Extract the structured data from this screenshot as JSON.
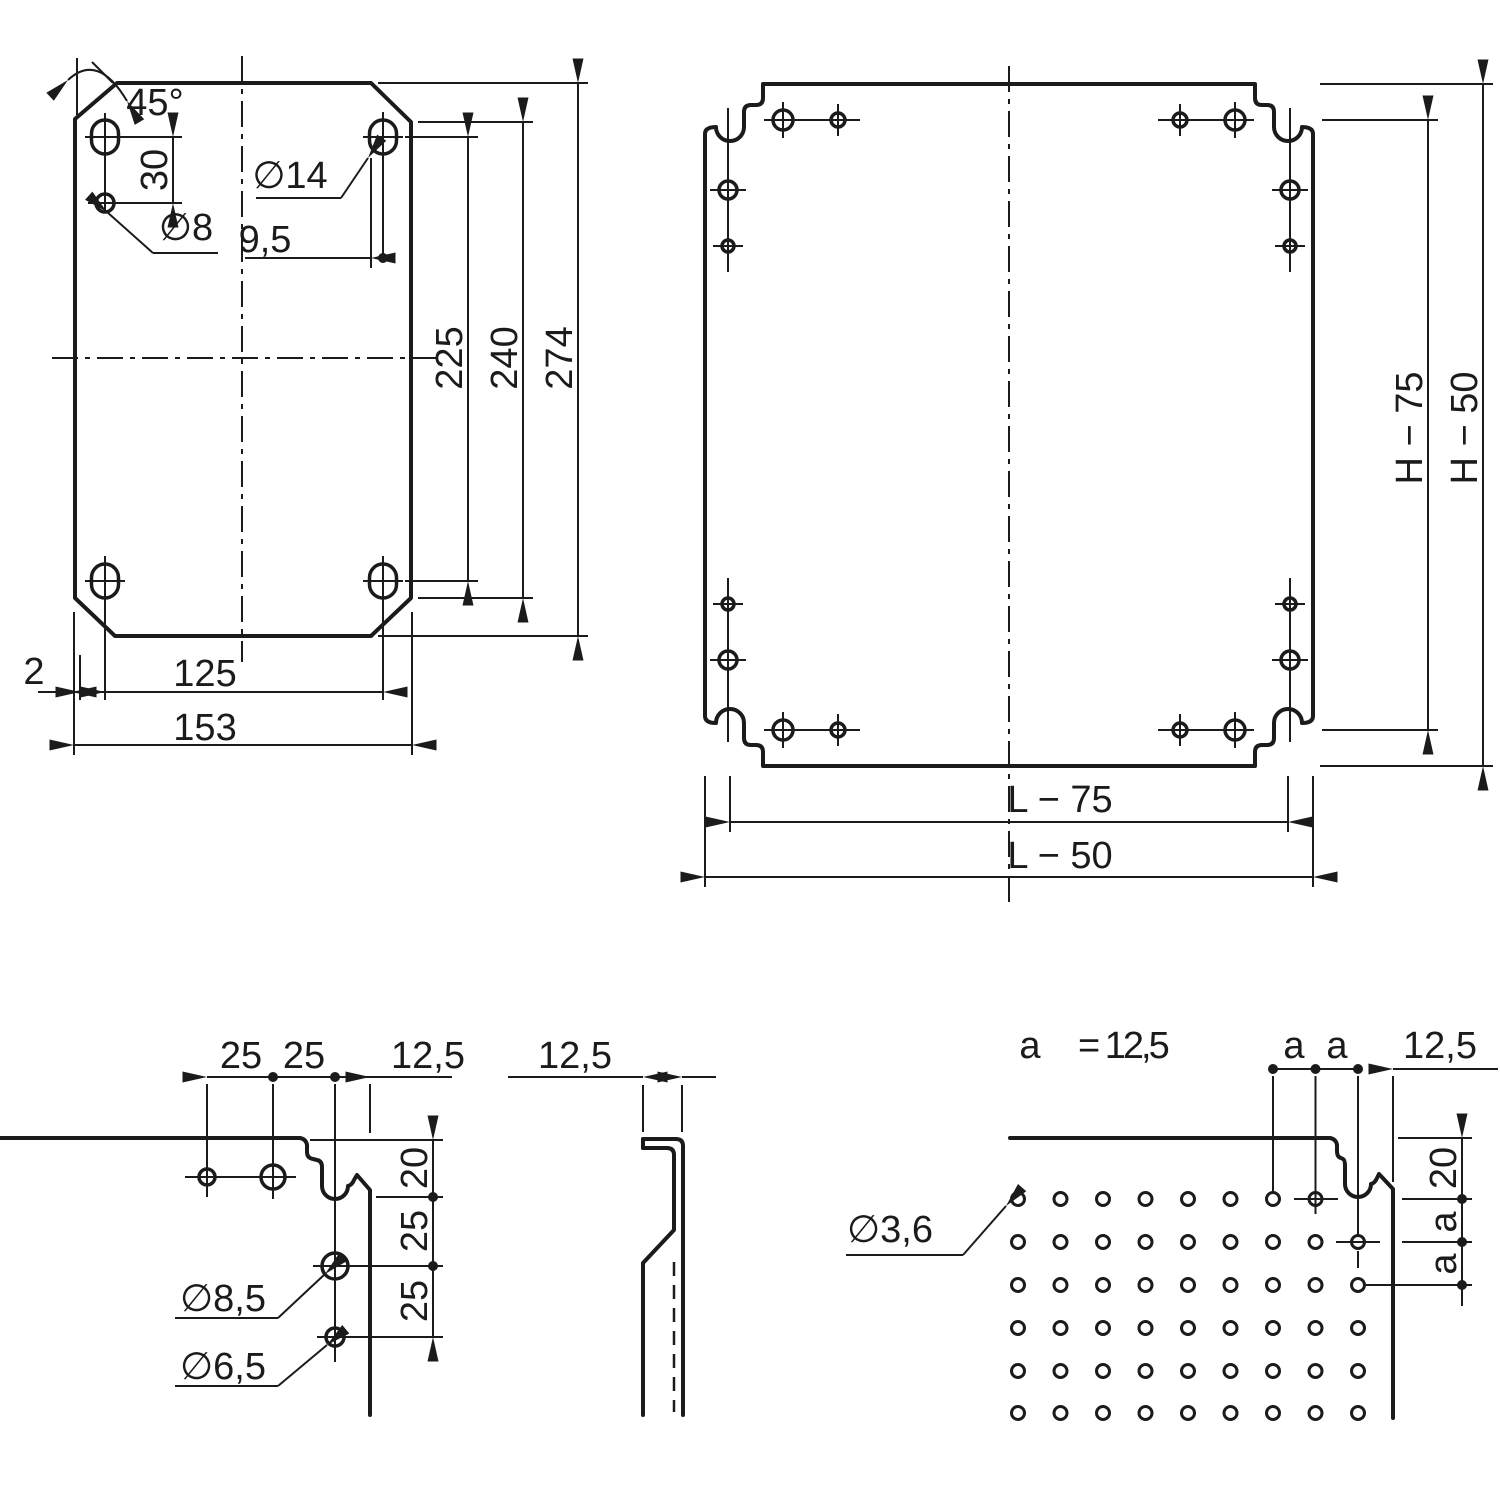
{
  "meta": {
    "background": "#ffffff",
    "line_color": "#1b1b1b"
  },
  "v1": {
    "angle": "45°",
    "slot_pitch": "30",
    "slot_dia": "∅14",
    "hole_dia": "∅8",
    "offset": "9,5",
    "height_holes": "225",
    "height_mid": "240",
    "height_total": "274",
    "edge_gap": "2",
    "width_holes": "125",
    "width_total": "153"
  },
  "v2": {
    "height_notch": "H − 75",
    "height_total": "H − 50",
    "width_notch": "L − 75",
    "width_total": "L − 50"
  },
  "v3": {
    "pitch_1": "25",
    "pitch_2": "25",
    "margin": "12,5",
    "v_margin": "20",
    "v_pitch_1": "25",
    "v_pitch_2": "25",
    "dia_large": "∅8,5",
    "dia_small": "∅6,5"
  },
  "v4": {
    "flange": "12,5"
  },
  "v5": {
    "note_var": "a",
    "note_value": "= 12,5",
    "pitch_a1": "a",
    "pitch_a2": "a",
    "margin": "12,5",
    "v_margin": "20",
    "v_pitch_a1": "a",
    "v_pitch_a2": "a",
    "hole_dia": "∅3,6"
  }
}
